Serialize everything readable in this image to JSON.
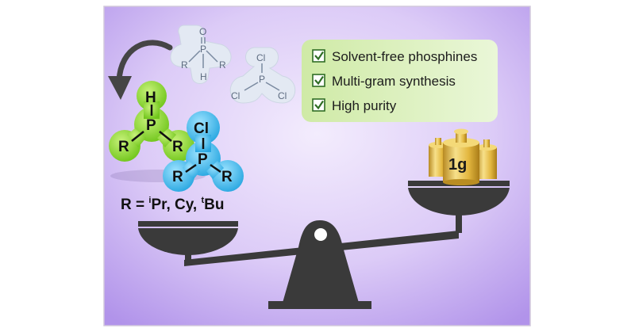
{
  "colors": {
    "background_light": "#ede2fb",
    "background_dark": "#b496ea",
    "frame": "#d2c8dc",
    "feature_box": "#d8f0b8",
    "feature_box_edge": "#f0f8e4",
    "green_molecule": "#7ed321",
    "blue_molecule": "#36b3e8",
    "pale_molecule": "#e3e9f3",
    "scale": "#3a3a3a",
    "checkbox": "#2f6d24",
    "weight_gold": "#e9c24a"
  },
  "icons": {
    "curved_arrow": "curved-arrow-icon",
    "checkbox": "checkbox-checked-icon",
    "weights": "brass-weight-icon",
    "balance": "balance-scale-icon"
  },
  "features": [
    {
      "label": "Solvent-free phosphines"
    },
    {
      "label": "Multi-gram synthesis"
    },
    {
      "label": "High purity"
    }
  ],
  "molecules": {
    "phosphine_oxide": {
      "o_label": "O",
      "p_label": "P",
      "r_left": "R",
      "r_right": "R",
      "h_label": "H"
    },
    "phosphorus_trichloride": {
      "p_label": "P",
      "cl_top": "Cl",
      "cl_left": "Cl",
      "cl_right": "Cl"
    },
    "secondary_phosphine": {
      "h_label": "H",
      "p_label": "P",
      "r_left": "R",
      "r_right": "R"
    },
    "chlorophosphine": {
      "cl_label": "Cl",
      "p_label": "P",
      "r_left": "R",
      "r_right": "R"
    }
  },
  "substituents": {
    "prefix": "R = ",
    "ipr_sup": "i",
    "ipr": "Pr, ",
    "cy": "Cy, ",
    "tbu_sup": "t",
    "tbu": "Bu"
  },
  "weight_label": "1g"
}
